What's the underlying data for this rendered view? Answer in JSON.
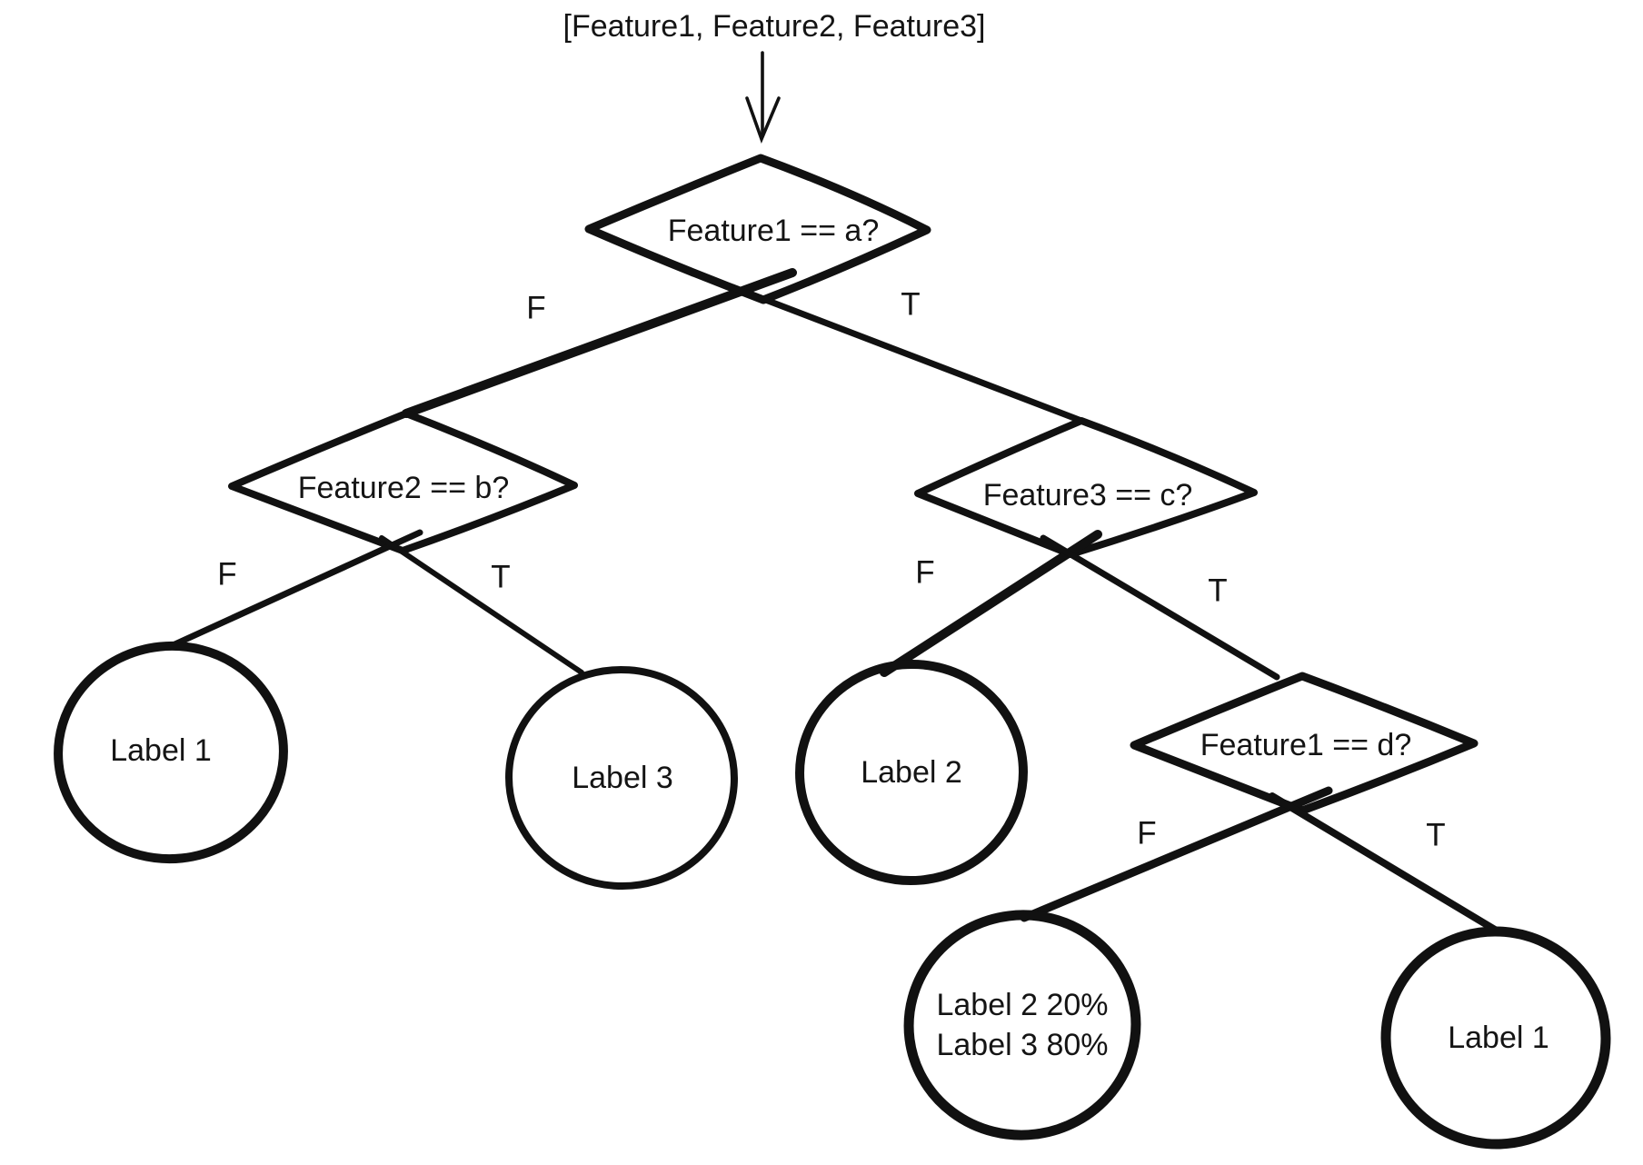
{
  "title": "[Feature1, Feature2, Feature3]",
  "edge_labels": {
    "false": "F",
    "true": "T"
  },
  "nodes": {
    "root": {
      "condition": "Feature1 == a?"
    },
    "left": {
      "condition": "Feature2 == b?"
    },
    "right": {
      "condition": "Feature3 == c?"
    },
    "right_true": {
      "condition": "Feature1 == d?"
    }
  },
  "leaves": {
    "left_false": {
      "label": "Label 1"
    },
    "left_true": {
      "label": "Label 3"
    },
    "right_false": {
      "label": "Label 2"
    },
    "right_true_false": {
      "line1": "Label 2 20%",
      "line2": "Label 3 80%"
    },
    "right_true_true": {
      "label": "Label 1"
    }
  },
  "colors": {
    "ink": "#111111",
    "background": "#ffffff"
  }
}
